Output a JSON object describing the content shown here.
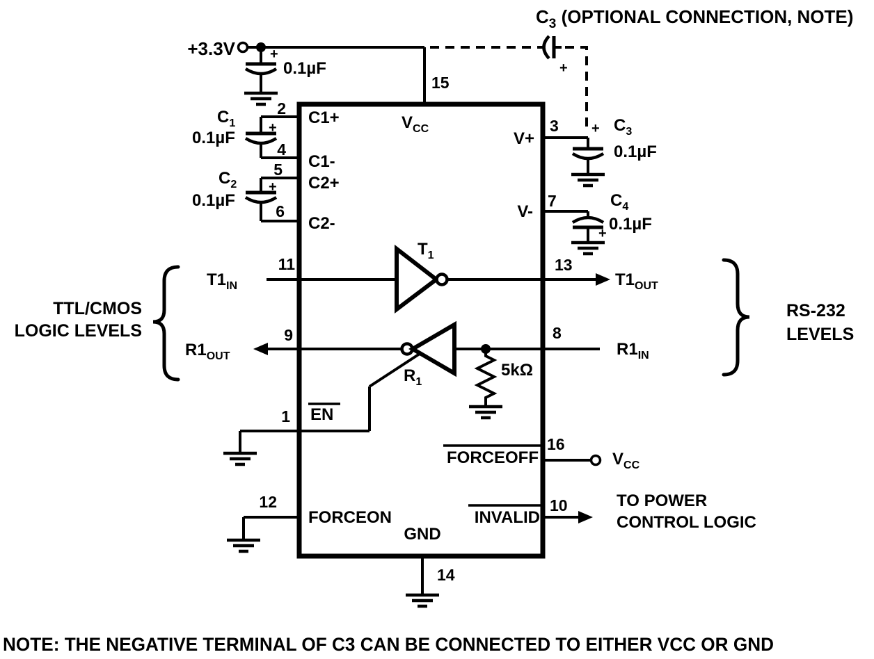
{
  "heading": {
    "prefix": "C",
    "sub": "3",
    "suffix": " (OPTIONAL CONNECTION, NOTE)"
  },
  "note": "NOTE: THE NEGATIVE TERMINAL OF C3 CAN BE CONNECTED TO EITHER VCC OR GND",
  "plus": "+",
  "supply": {
    "label": "+3.3V",
    "bypass_value": "0.1µF"
  },
  "side_labels": {
    "left1": "TTL/CMOS",
    "left2": "LOGIC LEVELS",
    "right1": "RS-232",
    "right2": "LEVELS",
    "power1": "TO POWER",
    "power2": "CONTROL LOGIC"
  },
  "capacitors": {
    "c1": {
      "base": "C",
      "sub": "1",
      "value": "0.1µF"
    },
    "c2": {
      "base": "C",
      "sub": "2",
      "value": "0.1µF"
    },
    "c3": {
      "base": "C",
      "sub": "3",
      "value": "0.1µF"
    },
    "c4": {
      "base": "C",
      "sub": "4",
      "value": "0.1µF"
    }
  },
  "signals": {
    "t1in": {
      "base": "T1",
      "sub": "IN"
    },
    "t1out": {
      "base": "T1",
      "sub": "OUT"
    },
    "r1out": {
      "base": "R1",
      "sub": "OUT"
    },
    "r1in": {
      "base": "R1",
      "sub": "IN"
    },
    "forceoff_tie": {
      "base": "V",
      "sub": "CC"
    }
  },
  "ic": {
    "t1": {
      "base": "T",
      "sub": "1"
    },
    "r1": {
      "base": "R",
      "sub": "1"
    },
    "resistor": "5kΩ",
    "pins": {
      "p1": {
        "num": "1",
        "label": "EN"
      },
      "p2": {
        "num": "2",
        "label": "C1+"
      },
      "p3": {
        "num": "3",
        "label": "V+"
      },
      "p4": {
        "num": "4",
        "label": "C1-"
      },
      "p5": {
        "num": "5",
        "label": "C2+"
      },
      "p6": {
        "num": "6",
        "label": "C2-"
      },
      "p7": {
        "num": "7",
        "label": "V-"
      },
      "p8": {
        "num": "8"
      },
      "p9": {
        "num": "9"
      },
      "p10": {
        "num": "10",
        "label": "INVALID"
      },
      "p11": {
        "num": "11"
      },
      "p12": {
        "num": "12",
        "label": "FORCEON"
      },
      "p13": {
        "num": "13"
      },
      "p14": {
        "num": "14",
        "label": "GND"
      },
      "p15": {
        "num": "15",
        "label_base": "V",
        "label_sub": "CC"
      },
      "p16": {
        "num": "16",
        "label": "FORCEOFF"
      }
    }
  },
  "colors": {
    "ink": "#000000",
    "background": "#ffffff"
  }
}
